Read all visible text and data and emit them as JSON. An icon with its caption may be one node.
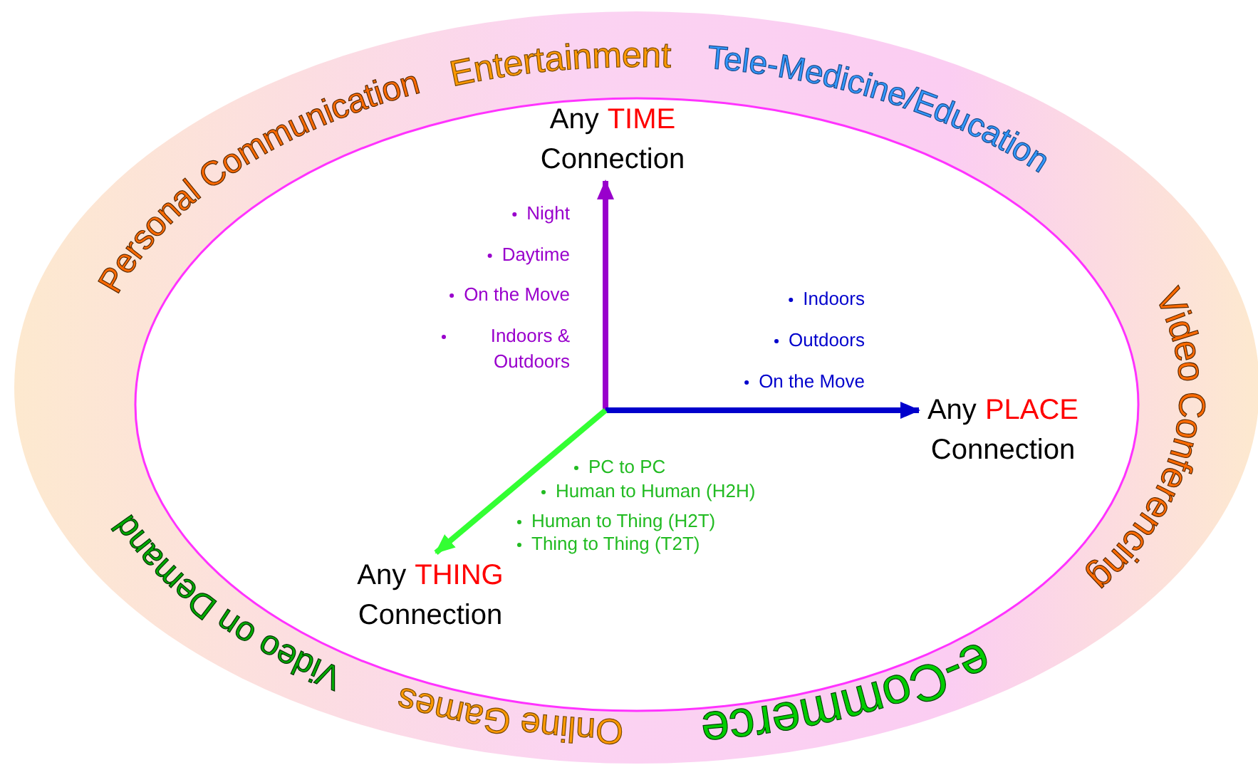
{
  "diagram": {
    "nodes": [
      {
        "text": [
          "Personal Communication",
          "Entertainment",
          "Tele-Medicine/Education",
          "Video Conferencing",
          "Video on Demand",
          "Online Games",
          "e-Commerce"
        ]
      },
      {
        "text": [],
        "shape": "ellipse",
        "in": 0
      },
      {
        "text": [
          "Any",
          "TIME",
          "Connection"
        ],
        "in": 1
      },
      {
        "text": [
          "Any",
          "PLACE",
          "Connection"
        ],
        "in": 1
      },
      {
        "text": [
          "Any",
          "THING",
          "Connection"
        ],
        "in": 1
      }
    ],
    "edges": [
      {
        "from": null,
        "to": 2,
        "arrow": "to",
        "color": "#9900cc"
      },
      {
        "from": null,
        "to": 3,
        "arrow": "to",
        "color": "#0000cc"
      },
      {
        "from": null,
        "to": 4,
        "arrow": "to",
        "color": "#33ff33"
      }
    ],
    "labels": [
      "Night",
      "Daytime",
      "On the Move",
      "Indoors & Outdoors",
      "Indoors",
      "Outdoors",
      "On the Move",
      "PC to PC",
      "Human to Human (H2H)",
      "Human to Thing (H2T)",
      "Thing to Thing (T2T)"
    ]
  }
}
